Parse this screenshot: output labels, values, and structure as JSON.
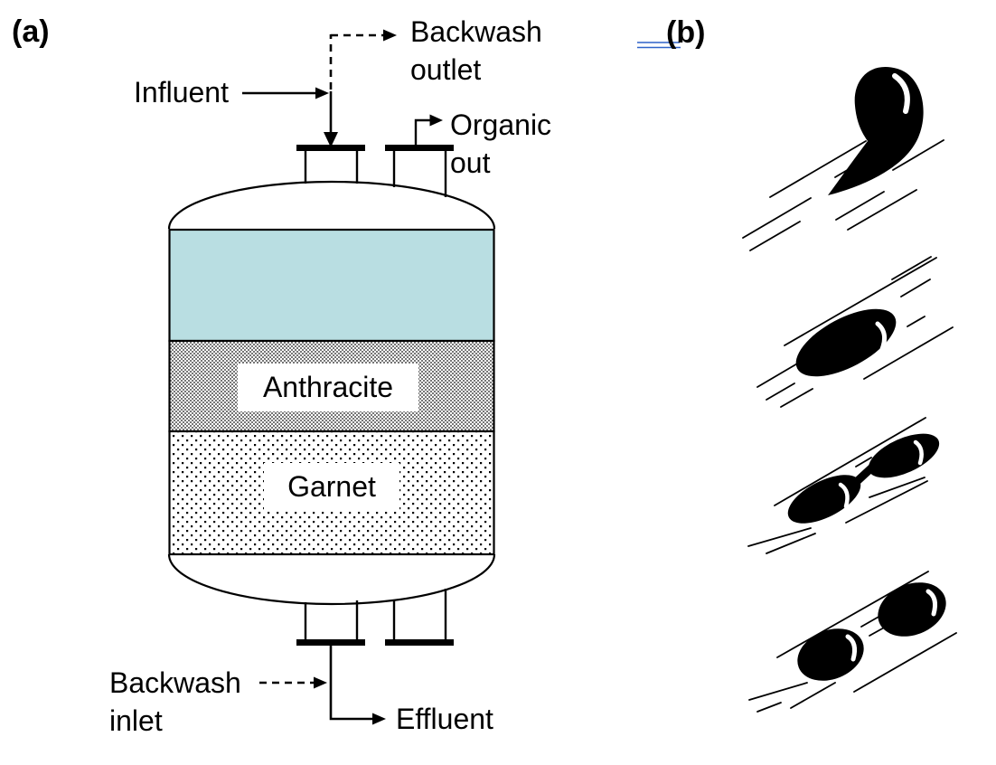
{
  "colors": {
    "water_band": "#b9dee2",
    "anthracite_dither": "#767676",
    "garnet_dot": "#000000",
    "revision_mark_blue": "#2e62c9",
    "ink": "#000000"
  },
  "panel_a": {
    "tag": "(a)",
    "influent": "Influent",
    "backwash_outlet": {
      "line1": "Backwash",
      "line2": "outlet"
    },
    "organic_out": {
      "line1": "Organic",
      "line2": "out"
    },
    "layers": {
      "anthracite": "Anthracite",
      "garnet": "Garnet"
    },
    "backwash_inlet": {
      "line1": "Backwash",
      "line2": "inlet"
    },
    "effluent": "Effluent"
  },
  "panel_b": {
    "tag": "(b)"
  }
}
